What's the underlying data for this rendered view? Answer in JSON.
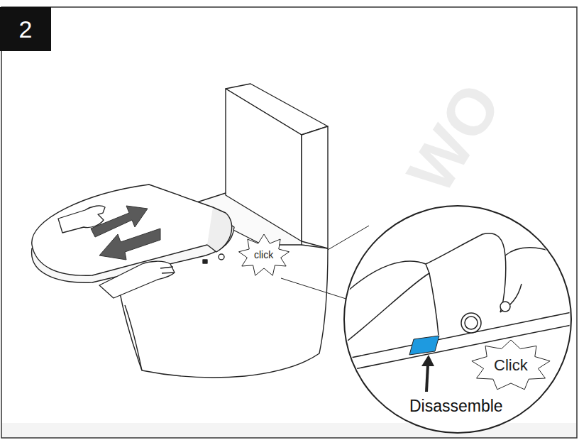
{
  "diagram": {
    "nodes": [
      {
        "text": [
          "2"
        ]
      }
    ],
    "labels": [
      "click",
      "Click",
      "Disassemble",
      "WO"
    ]
  }
}
